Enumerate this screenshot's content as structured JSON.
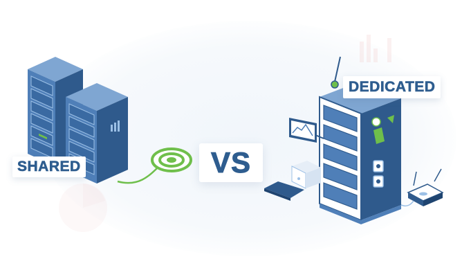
{
  "labels": {
    "shared": "SHARED",
    "versus": "VS",
    "dedicated": "DEDICATED"
  },
  "colors": {
    "primary_blue": "#2e5d8f",
    "server_front": "#4f7fb8",
    "server_side": "#2f5a8c",
    "server_top": "#7fa6d2",
    "accent_green": "#6fbf4b",
    "background": "#ffffff"
  },
  "icons": {
    "shared_servers": "twin-server-rack-icon",
    "connector": "green-ring-connector-icon",
    "dedicated_server": "dedicated-server-tower-icon",
    "monitor": "chart-monitor-icon",
    "router": "router-icon"
  }
}
